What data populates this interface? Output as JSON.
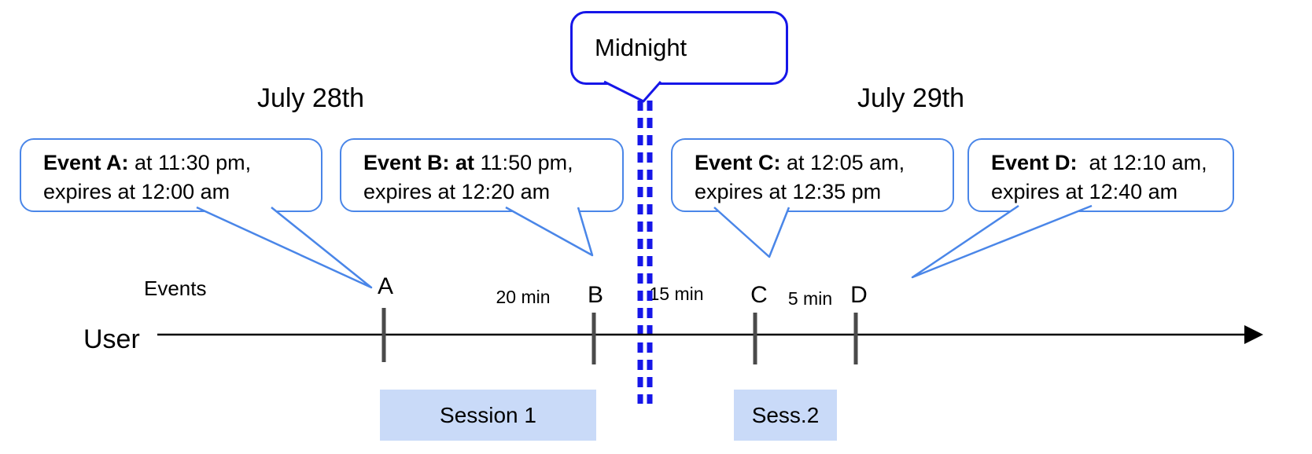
{
  "dates": {
    "left": "July 28th",
    "right": "July 29th"
  },
  "midnight": {
    "label": "Midnight"
  },
  "events": [
    {
      "label": "A",
      "bold": "Event A:",
      "rest": " at 11:30 pm,",
      "line2": "expires at 12:00 am"
    },
    {
      "label": "B",
      "bold": "Event B: at",
      "rest": " 11:50 pm,",
      "line2": "expires at 12:20 am"
    },
    {
      "label": "C",
      "bold": "Event C:",
      "rest": " at 12:05 am,",
      "line2": "expires at 12:35 pm"
    },
    {
      "label": "D",
      "bold": "Event D:",
      "rest": "  at 12:10 am,",
      "line2": "expires at 12:40 am"
    }
  ],
  "axis": {
    "events_label": "Events",
    "user_label": "User"
  },
  "intervals": [
    {
      "label": "20 min"
    },
    {
      "label": "15 min"
    },
    {
      "label": "5 min"
    }
  ],
  "sessions": [
    {
      "label": "Session 1"
    },
    {
      "label": "Sess.2"
    }
  ],
  "colors": {
    "event_callout_border": "#4a86e8",
    "midnight_blue": "#1616e8",
    "session_fill": "#c9daf8",
    "tick_color": "#4a4a4a",
    "timeline_color": "#000000"
  }
}
